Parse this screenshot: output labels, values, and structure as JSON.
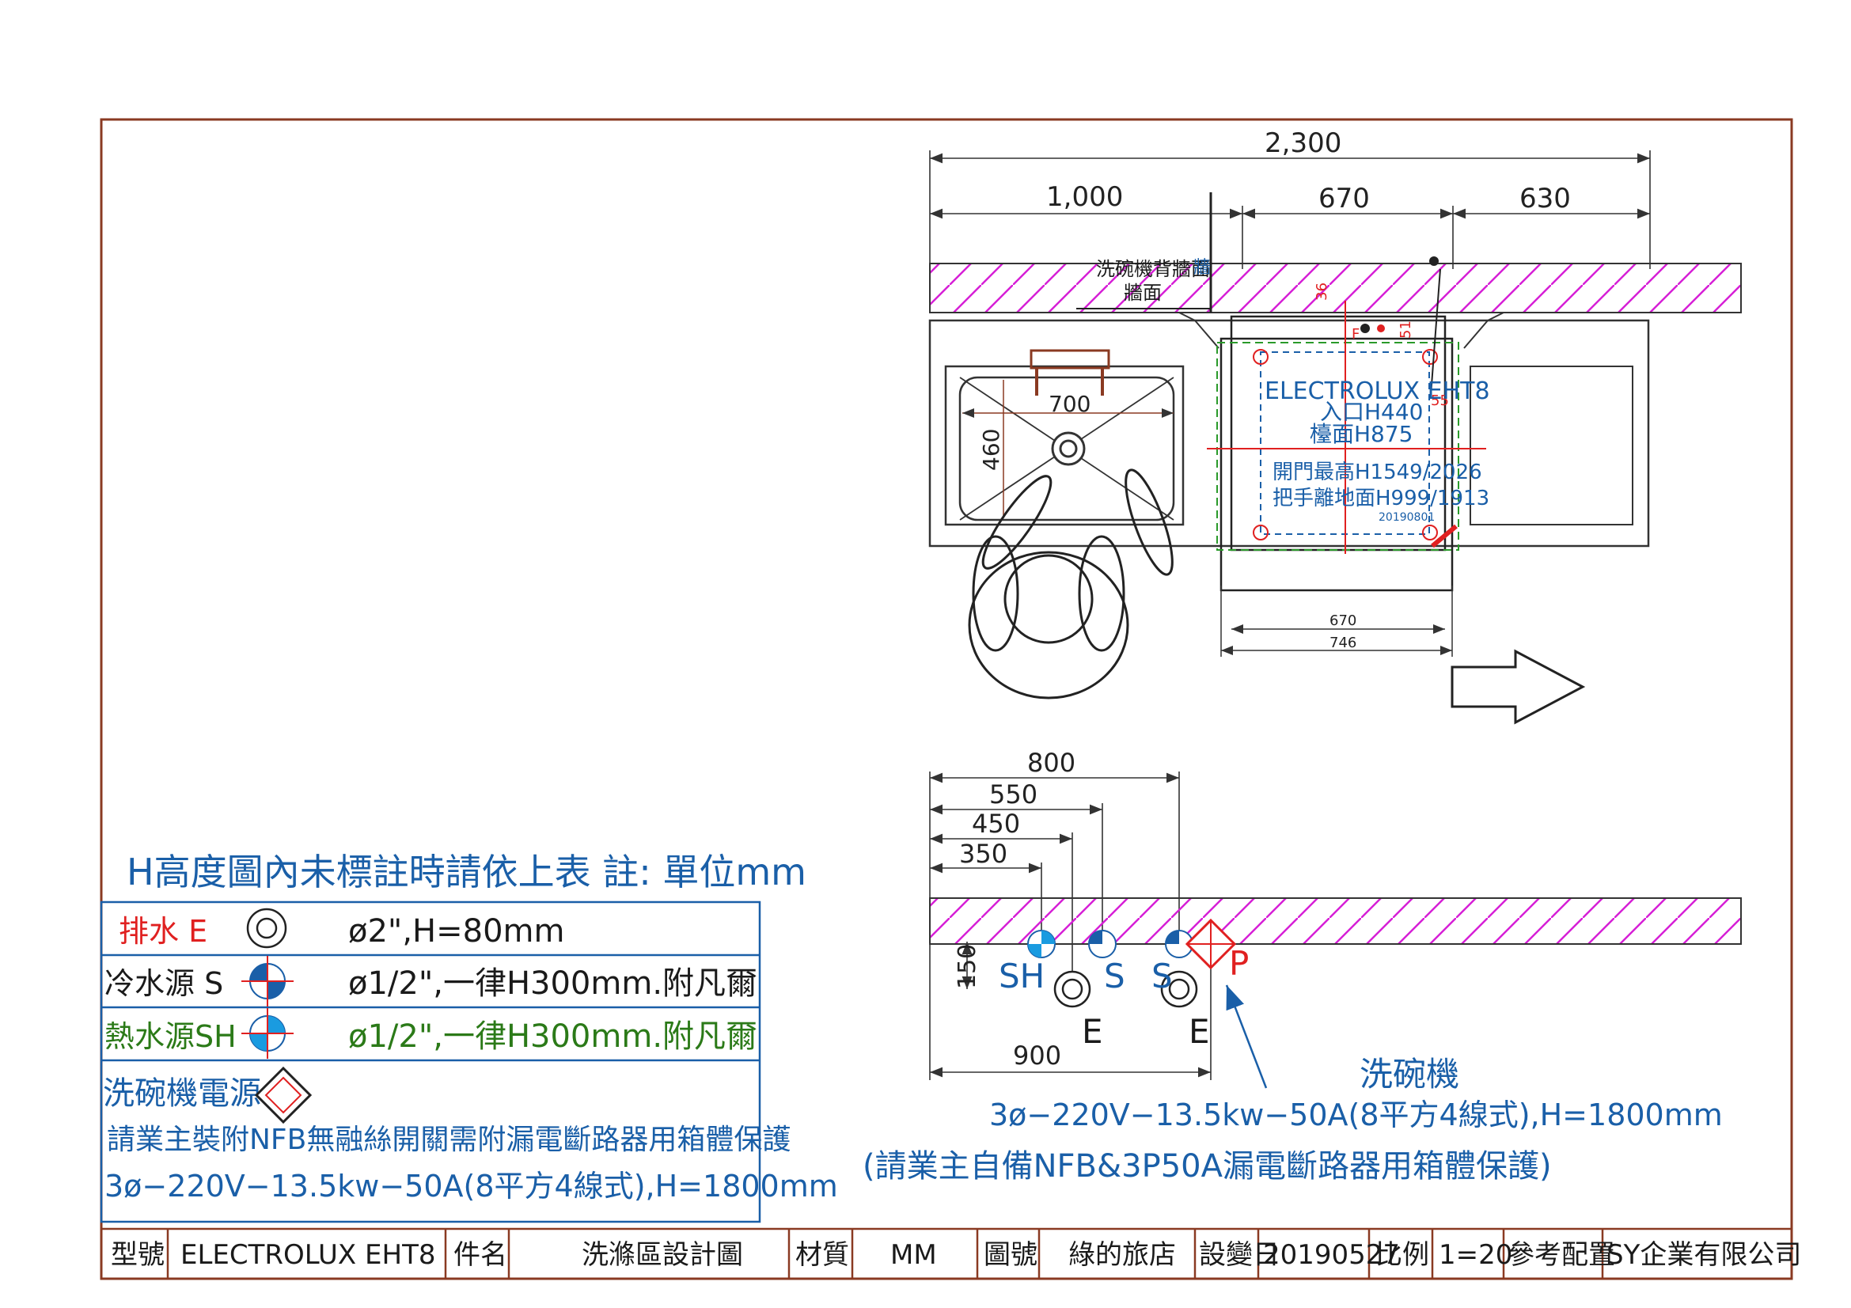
{
  "plan": {
    "dim_total": "2,300",
    "dim_left": "1,000",
    "dim_mid": "670",
    "dim_right": "630",
    "wall_note_1": "洗碗機背牆面",
    "wall_note_2": "牆面",
    "wall_note_tag": "牆",
    "sink_width": "700",
    "sink_depth": "460",
    "dim_36": "36",
    "dim_51": "51",
    "dim_55": "55",
    "dw_model": "ELECTROLUX EHT8",
    "dw_line1": "入口H440",
    "dw_line2": "檯面H875",
    "dw_line3": "開門最高H1549/2026",
    "dw_line4": "把手離地面H999/1913",
    "dw_line5": "20190801",
    "dw_width_inner": "670",
    "dw_width_outer": "746",
    "label_F": "F"
  },
  "elevation": {
    "dim_800": "800",
    "dim_550": "550",
    "dim_450": "450",
    "dim_350": "350",
    "dim_150": "150",
    "dim_900": "900",
    "label_SH": "SH",
    "label_S1": "S",
    "label_S2": "S",
    "label_P": "P",
    "label_E1": "E",
    "label_E2": "E",
    "dw_title": "洗碗機",
    "dw_spec": "3ø−220V−13.5kw−50A(8平方4線式),H=1800mm",
    "dw_note": "(請業主自備NFB&3P50A漏電斷路器用箱體保護)"
  },
  "legend": {
    "header": "H高度圖內未標註時請依上表 註: 單位mm",
    "drain_label": "排水 E",
    "drain_spec": "ø2\",H=80mm",
    "cold_label": "冷水源 S",
    "cold_spec": "ø1/2\",一律H300mm.附凡爾",
    "hot_label": "熱水源SH",
    "hot_spec": "ø1/2\",一律H300mm.附凡爾",
    "power_label": "洗碗機電源 P",
    "power_note": "請業主裝附NFB無融絲開關需附漏電斷路器用箱體保護",
    "power_spec": "3ø−220V−13.5kw−50A(8平方4線式),H=1800mm"
  },
  "title_block": {
    "model_label": "型號",
    "model_value": "ELECTROLUX EHT8",
    "item_label": "件名",
    "item_value": "洗滌區設計圖",
    "material_label": "材質",
    "material_value": "MM",
    "drawing_label": "圖號",
    "drawing_value": "綠的旅店",
    "date_label": "設變日",
    "date_value": "20190527",
    "scale_label": "比例",
    "scale_value": "1=20",
    "ref_label": "參考配置",
    "company": "SY企業有限公司"
  },
  "colors": {
    "frame": "#8a3a22",
    "hatch": "#d61fd6",
    "blue": "#1a5fa8",
    "green_text": "#2b7a18",
    "red": "#e02020",
    "dashed_green": "#2a9a2a"
  }
}
